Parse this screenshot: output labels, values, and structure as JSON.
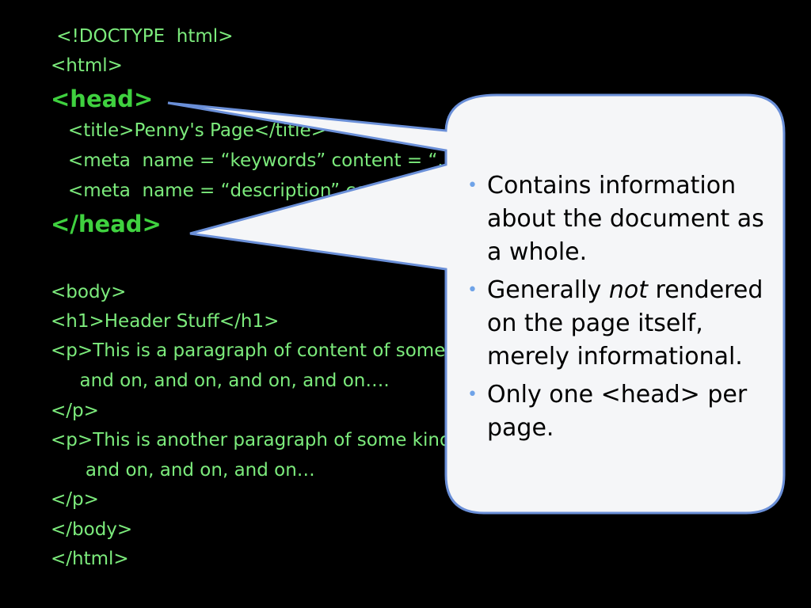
{
  "code": {
    "lines": [
      " <!DOCTYPE  html>",
      "<html>",
      "<head>",
      "   <title>Penny's Page</title>",
      "   <meta  name = “keywords” content = “...”>",
      "   <meta  name = “description” content = “...”>",
      "</head>",
      "",
      "<body>",
      "<h1>Header Stuff</h1>",
      "<p>This is a paragraph of content of some sort",
      "     and on, and on, and on, and on….",
      "</p>",
      "<p>This is another paragraph of some kind",
      "      and on, and on, and on…",
      "</p>",
      "</body>",
      "</html>"
    ]
  },
  "callout": {
    "bullets": [
      {
        "text": "Contains information about the document as a whole."
      },
      {
        "pre": "Generally ",
        "em": "not",
        "post": " rendered on the page itself, merely informational."
      },
      {
        "text": "Only one <head> per page."
      }
    ]
  },
  "colors": {
    "background": "#000000",
    "code_text": "#7CEB7C",
    "code_emphasis": "#3FD13F",
    "callout_fill": "#F5F6F8",
    "callout_border": "#6A8FD8",
    "bullet": "#6FA3E8"
  }
}
